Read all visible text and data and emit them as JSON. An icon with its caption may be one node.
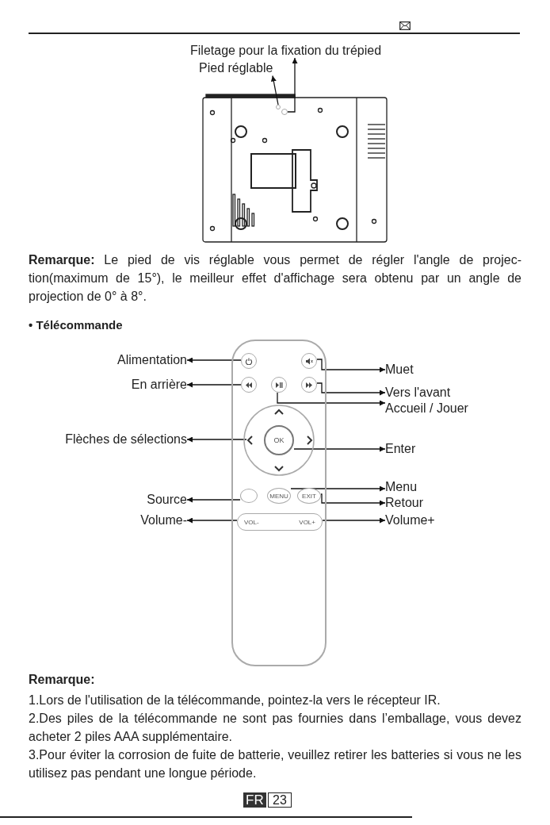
{
  "diagram": {
    "nodes": [
      {
        "text": [
          "Filetage pour la fixation du trépied"
        ]
      },
      {
        "text": [
          "Pied réglable"
        ]
      },
      {
        "text": [],
        "shape": "circle"
      },
      {
        "text": [],
        "shape": "circle"
      },
      {
        "text": [
          "Alimentation"
        ]
      },
      {
        "text": [
          "En arrière"
        ]
      },
      {
        "text": [
          "Flèches de sélections"
        ]
      },
      {
        "text": [
          "Source"
        ]
      },
      {
        "text": [
          "Volume-"
        ]
      },
      {
        "text": [],
        "shape": "box"
      },
      {
        "text": [],
        "shape": "circle",
        "in": 9
      },
      {
        "text": [],
        "shape": "circle",
        "in": 9
      },
      {
        "text": [],
        "shape": "circle",
        "in": 9
      },
      {
        "text": [],
        "shape": "circle",
        "in": 9
      },
      {
        "text": [],
        "shape": "circle",
        "in": 9
      },
      {
        "text": [],
        "shape": "chevron",
        "in": 9
      },
      {
        "text": [
          "OK"
        ],
        "in": 9
      },
      {
        "text": [],
        "shape": "circle",
        "in": 9
      },
      {
        "text": [
          "MENU"
        ],
        "in": 9
      },
      {
        "text": [
          "EXIT"
        ],
        "in": 9
      },
      {
        "text": [
          "VOL-",
          "VOL+"
        ],
        "in": 9
      },
      {
        "text": [
          "Muet"
        ]
      },
      {
        "text": [
          "Vers l'avant"
        ]
      },
      {
        "text": [
          "Accueil / Jouer"
        ]
      },
      {
        "text": [
          "Enter"
        ]
      },
      {
        "text": [
          "Menu"
        ]
      },
      {
        "text": [
          "Retour"
        ]
      },
      {
        "text": [
          "Volume+"
        ]
      }
    ],
    "edges": [
      {
        "from": 2,
        "to": 0,
        "arrow": "to"
      },
      {
        "from": 3,
        "to": 1,
        "arrow": "to"
      },
      {
        "from": 10,
        "to": 4,
        "arrow": "to"
      },
      {
        "from": 12,
        "to": 5,
        "arrow": "to"
      },
      {
        "from": 15,
        "to": 6,
        "arrow": "to"
      },
      {
        "from": 17,
        "to": 7,
        "arrow": "to"
      },
      {
        "from": 20,
        "to": 8,
        "arrow": "to"
      },
      {
        "from": 11,
        "to": 21,
        "arrow": "to"
      },
      {
        "from": 14,
        "to": 22,
        "arrow": "to"
      },
      {
        "from": 13,
        "to": 23,
        "arrow": "to"
      },
      {
        "from": 16,
        "to": 24,
        "arrow": "to"
      },
      {
        "from": 18,
        "to": 25,
        "arrow": "to"
      },
      {
        "from": 19,
        "to": 26,
        "arrow": "to"
      },
      {
        "from": 20,
        "to": 27,
        "arrow": "to"
      }
    ],
    "labels": [
      "**Remarque:** Le pied de vis réglable vous permet de régler l'angle de projec-tion(maximum de 15°), le meilleur effet d'affichage sera obtenu par un angle de projection de 0° à 8°.",
      "• Télécommande",
      "Remarque:",
      "1.Lors de l'utilisation de la télécommande, pointez-la vers le récepteur IR.",
      "2.Des piles de la télécommande ne sont pas fournies dans l’emballage, vous devez acheter 2 piles AAA supplémentaire.",
      "3.Pour éviter la corrosion de fuite de batterie, veuillez retirer les batteries si vous ne les utilisez pas pendant une longue période.",
      "FR",
      "23"
    ]
  }
}
